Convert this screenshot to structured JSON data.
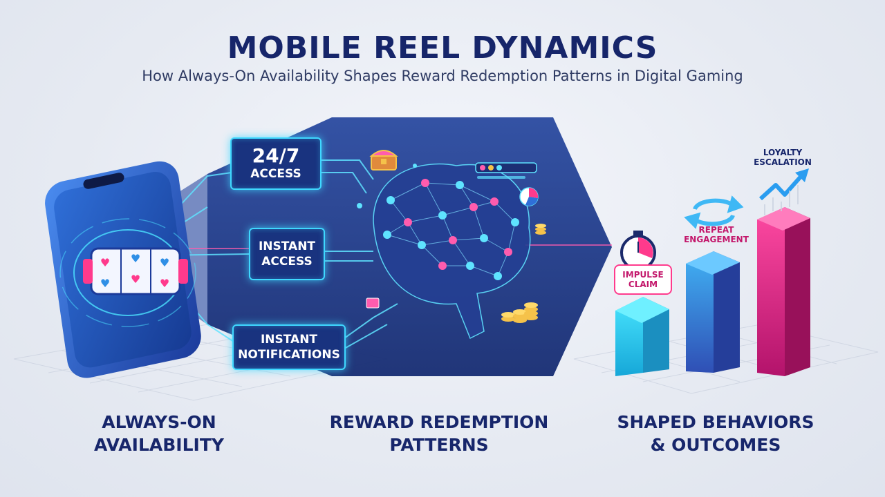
{
  "header": {
    "title": "MOBILE REEL DYNAMICS",
    "subtitle": "How Always-On Availability Shapes Reward Redemption Patterns in Digital Gaming"
  },
  "inputs": [
    {
      "line1": "24/7",
      "line2": "ACCESS"
    },
    {
      "line1": "INSTANT",
      "line2": "ACCESS"
    },
    {
      "line1": "INSTANT",
      "line2": "NOTIFICATIONS"
    }
  ],
  "sections": {
    "left": {
      "line1": "ALWAYS-ON",
      "line2": "AVAILABILITY"
    },
    "center": {
      "line1": "REWARD REDEMPTION",
      "line2": "PATTERNS"
    },
    "right": {
      "line1": "SHAPED BEHAVIORS",
      "line2": "& OUTCOMES"
    }
  },
  "outcomes": [
    {
      "line1": "IMPULSE",
      "line2": "CLAIM",
      "level": 0.3,
      "color": "#2ad4ec"
    },
    {
      "line1": "REPEAT",
      "line2": "ENGAGEMENT",
      "level": 0.55,
      "color": "#3aa6ef"
    },
    {
      "line1": "LOYALTY",
      "line2": "ESCALATION",
      "level": 0.8,
      "color": "#ef2f8e"
    }
  ],
  "colors": {
    "navy": "#17266b",
    "cyan": "#3fd8ff",
    "pink": "#ff3a8c",
    "panel": "#213d8f"
  },
  "icons": [
    "smartphone-icon",
    "slot-reel-icon",
    "brain-network-icon",
    "treasure-chest-icon",
    "coin-stack-icon",
    "pie-chart-icon",
    "stopwatch-icon",
    "cycle-arrows-icon",
    "trend-up-arrow-icon"
  ]
}
